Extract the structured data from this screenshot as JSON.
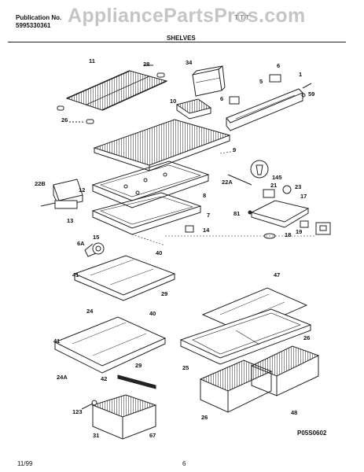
{
  "header": {
    "publication_label": "Publication No.",
    "publication_number": "5995330361",
    "model_fragment": "T   T      T",
    "watermark": "AppliancePartsPros.com",
    "section_title": "SHELVES"
  },
  "footer": {
    "date": "11/99",
    "page": "6",
    "figure_code": "P05S0602"
  },
  "callouts": [
    "11",
    "28",
    "34",
    "6",
    "5",
    "1",
    "59",
    "26",
    "10",
    "6",
    "9",
    "145",
    "22B",
    "12",
    "21",
    "23",
    "17",
    "22A",
    "8",
    "13",
    "7",
    "81",
    "19",
    "18",
    "14",
    "15",
    "6A",
    "40",
    "41",
    "29",
    "24",
    "47",
    "40",
    "41",
    "29",
    "24A",
    "26",
    "25",
    "42",
    "123",
    "31",
    "67",
    "26",
    "48"
  ]
}
